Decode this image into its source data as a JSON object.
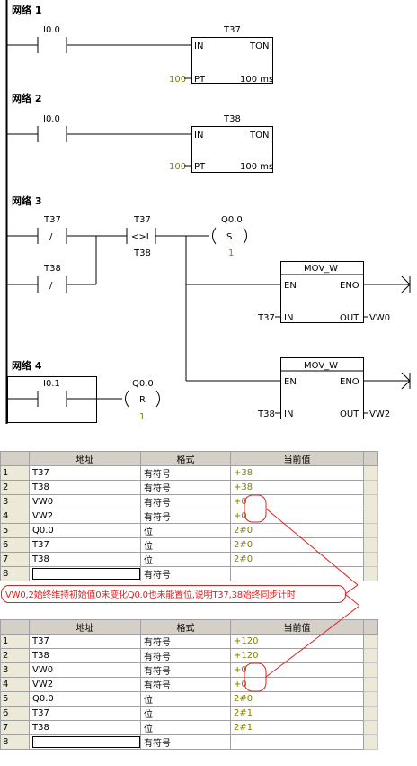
{
  "networks": [
    {
      "title": "网络 1",
      "contact": "I0.0",
      "timer": {
        "name": "T37",
        "in": "IN",
        "type": "TON",
        "pt_value": "100",
        "pt": "PT",
        "base": "100 ms"
      }
    },
    {
      "title": "网络 2",
      "contact": "I0.0",
      "timer": {
        "name": "T38",
        "in": "IN",
        "type": "TON",
        "pt_value": "100",
        "pt": "PT",
        "base": "100 ms"
      }
    },
    {
      "title": "网络 3",
      "contact_a": "T37",
      "not_a": "/",
      "contact_b": "T37",
      "compare_op": "<>I",
      "compare_operand": "T38",
      "contact_c": "T38",
      "not_c": "/",
      "coil": "Q0.0",
      "coil_type": "S",
      "coil_count": "1",
      "mov1": {
        "name": "MOV_W",
        "en": "EN",
        "eno": "ENO",
        "in_src": "T37",
        "in": "IN",
        "out": "OUT",
        "out_dst": "VW0"
      },
      "mov2": {
        "name": "MOV_W",
        "en": "EN",
        "eno": "ENO",
        "in_src": "T38",
        "in": "IN",
        "out": "OUT",
        "out_dst": "VW2"
      }
    },
    {
      "title": "网络 4",
      "contact": "I0.1",
      "coil": "Q0.0",
      "coil_type": "R",
      "coil_count": "1"
    }
  ],
  "status_table_1": {
    "headers": [
      "",
      "地址",
      "格式",
      "当前值"
    ],
    "rows": [
      {
        "n": "1",
        "addr": "T37",
        "fmt": "有符号",
        "val": "+38"
      },
      {
        "n": "2",
        "addr": "T38",
        "fmt": "有符号",
        "val": "+38"
      },
      {
        "n": "3",
        "addr": "VW0",
        "fmt": "有符号",
        "val": "+0"
      },
      {
        "n": "4",
        "addr": "VW2",
        "fmt": "有符号",
        "val": "+0"
      },
      {
        "n": "5",
        "addr": "Q0.0",
        "fmt": "位",
        "val": "2#0"
      },
      {
        "n": "6",
        "addr": "T37",
        "fmt": "位",
        "val": "2#0"
      },
      {
        "n": "7",
        "addr": "T38",
        "fmt": "位",
        "val": "2#0"
      },
      {
        "n": "8",
        "addr": "",
        "fmt": "有符号",
        "val": ""
      }
    ]
  },
  "annotation": "VW0,2始终维持初始值0未变化Q0.0也未能置位,说明T37,38始终同步计时",
  "status_table_2": {
    "headers": [
      "",
      "地址",
      "格式",
      "当前值"
    ],
    "rows": [
      {
        "n": "1",
        "addr": "T37",
        "fmt": "有符号",
        "val": "+120"
      },
      {
        "n": "2",
        "addr": "T38",
        "fmt": "有符号",
        "val": "+120"
      },
      {
        "n": "3",
        "addr": "VW0",
        "fmt": "有符号",
        "val": "+0"
      },
      {
        "n": "4",
        "addr": "VW2",
        "fmt": "有符号",
        "val": "+0"
      },
      {
        "n": "5",
        "addr": "Q0.0",
        "fmt": "位",
        "val": "2#0"
      },
      {
        "n": "6",
        "addr": "T37",
        "fmt": "位",
        "val": "2#1"
      },
      {
        "n": "7",
        "addr": "T38",
        "fmt": "位",
        "val": "2#1"
      },
      {
        "n": "8",
        "addr": "",
        "fmt": "有符号",
        "val": ""
      }
    ]
  },
  "colors": {
    "preset_value": "#808000",
    "annotation": "#e0201f",
    "header_bg": "#d4d0c8",
    "row_bg": "#ece9d8"
  }
}
